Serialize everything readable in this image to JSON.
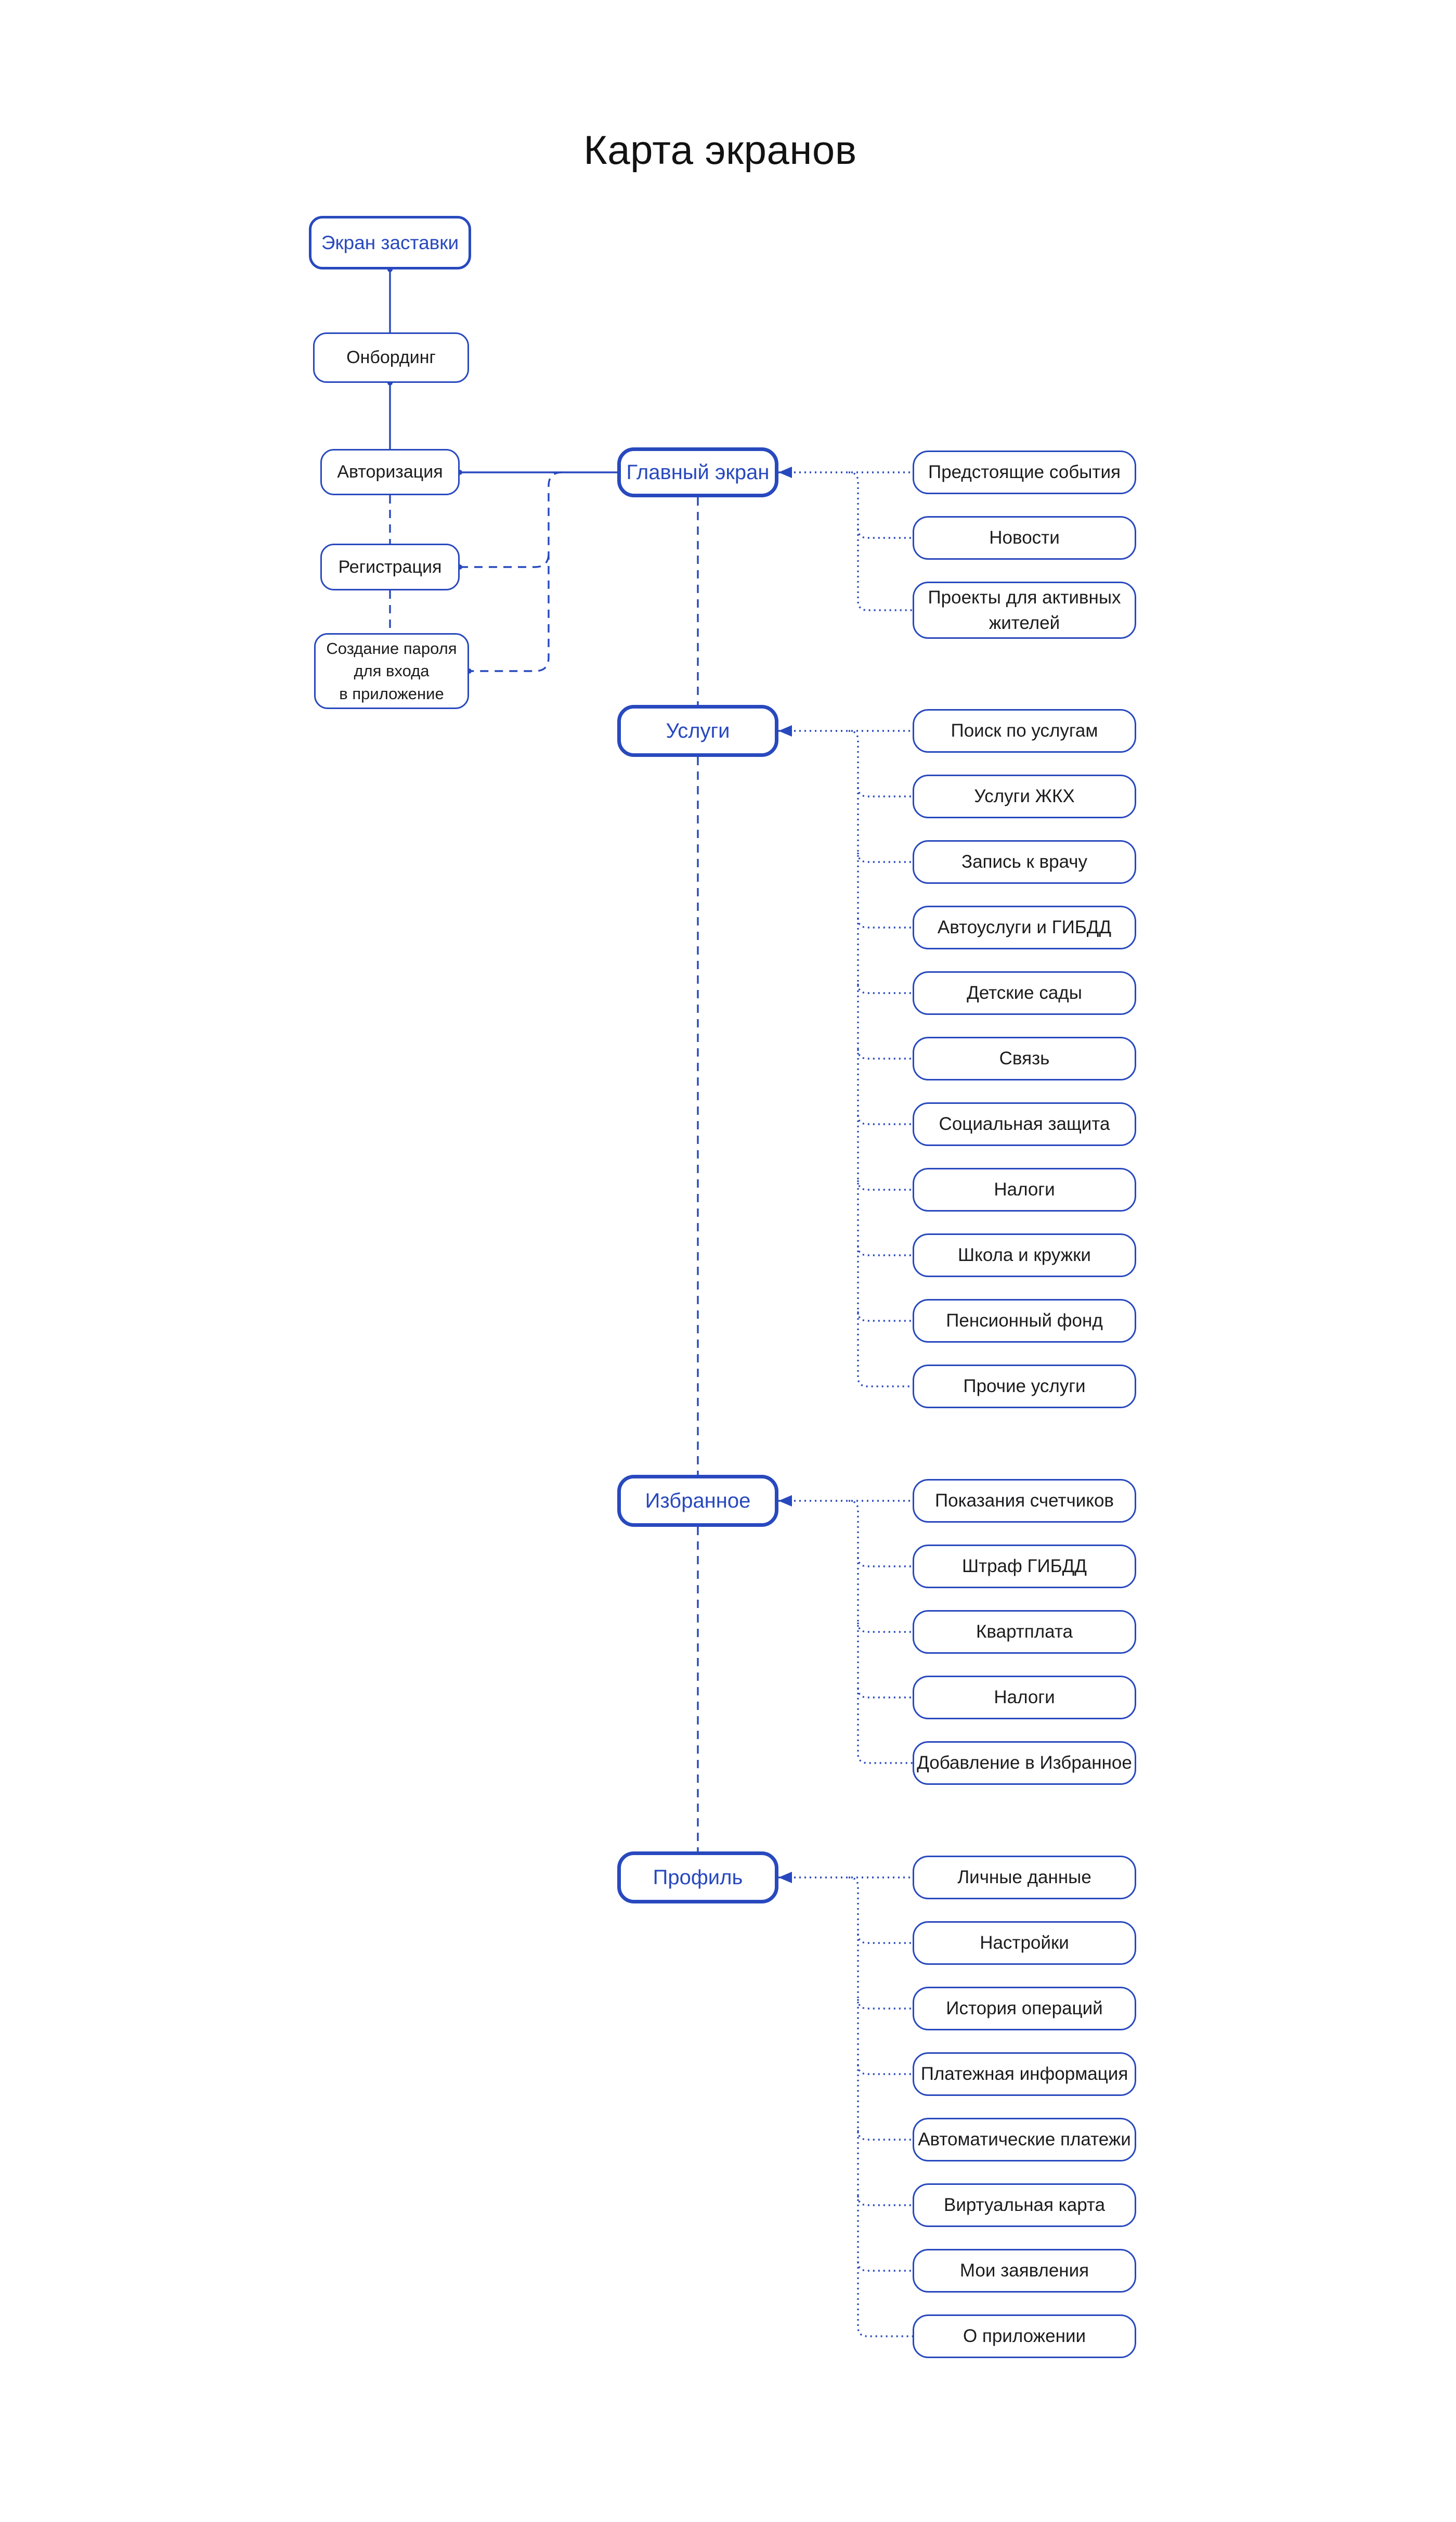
{
  "title": "Карта экранов",
  "colors": {
    "accent": "#2849BE",
    "text": "#1C1C1E",
    "background": "#FFFFFF"
  },
  "entry_flow": [
    {
      "label": "Экран заставки"
    },
    {
      "label": "Онбординг"
    },
    {
      "label": "Авторизация"
    },
    {
      "label": "Регистрация"
    },
    {
      "label": "Создание пароля\nдля входа\nв приложение"
    }
  ],
  "sections": [
    {
      "label": "Главный экран",
      "children": [
        "Предстоящие события",
        "Новости",
        "Проекты для активных\nжителей"
      ]
    },
    {
      "label": "Услуги",
      "children": [
        "Поиск по услугам",
        "Услуги ЖКХ",
        "Запись к врачу",
        "Автоуслуги и ГИБДД",
        "Детские сады",
        "Связь",
        "Социальная защита",
        "Налоги",
        "Школа и кружки",
        "Пенсионный фонд",
        "Прочие услуги"
      ]
    },
    {
      "label": "Избранное",
      "children": [
        "Показания счетчиков",
        "Штраф ГИБДД",
        "Квартплата",
        "Налоги",
        "Добавление в Избранное"
      ]
    },
    {
      "label": "Профиль",
      "children": [
        "Личные данные",
        "Настройки",
        "История операций",
        "Платежная информация",
        "Автоматические платежи",
        "Виртуальная карта",
        "Мои заявления",
        "О приложении"
      ]
    }
  ]
}
